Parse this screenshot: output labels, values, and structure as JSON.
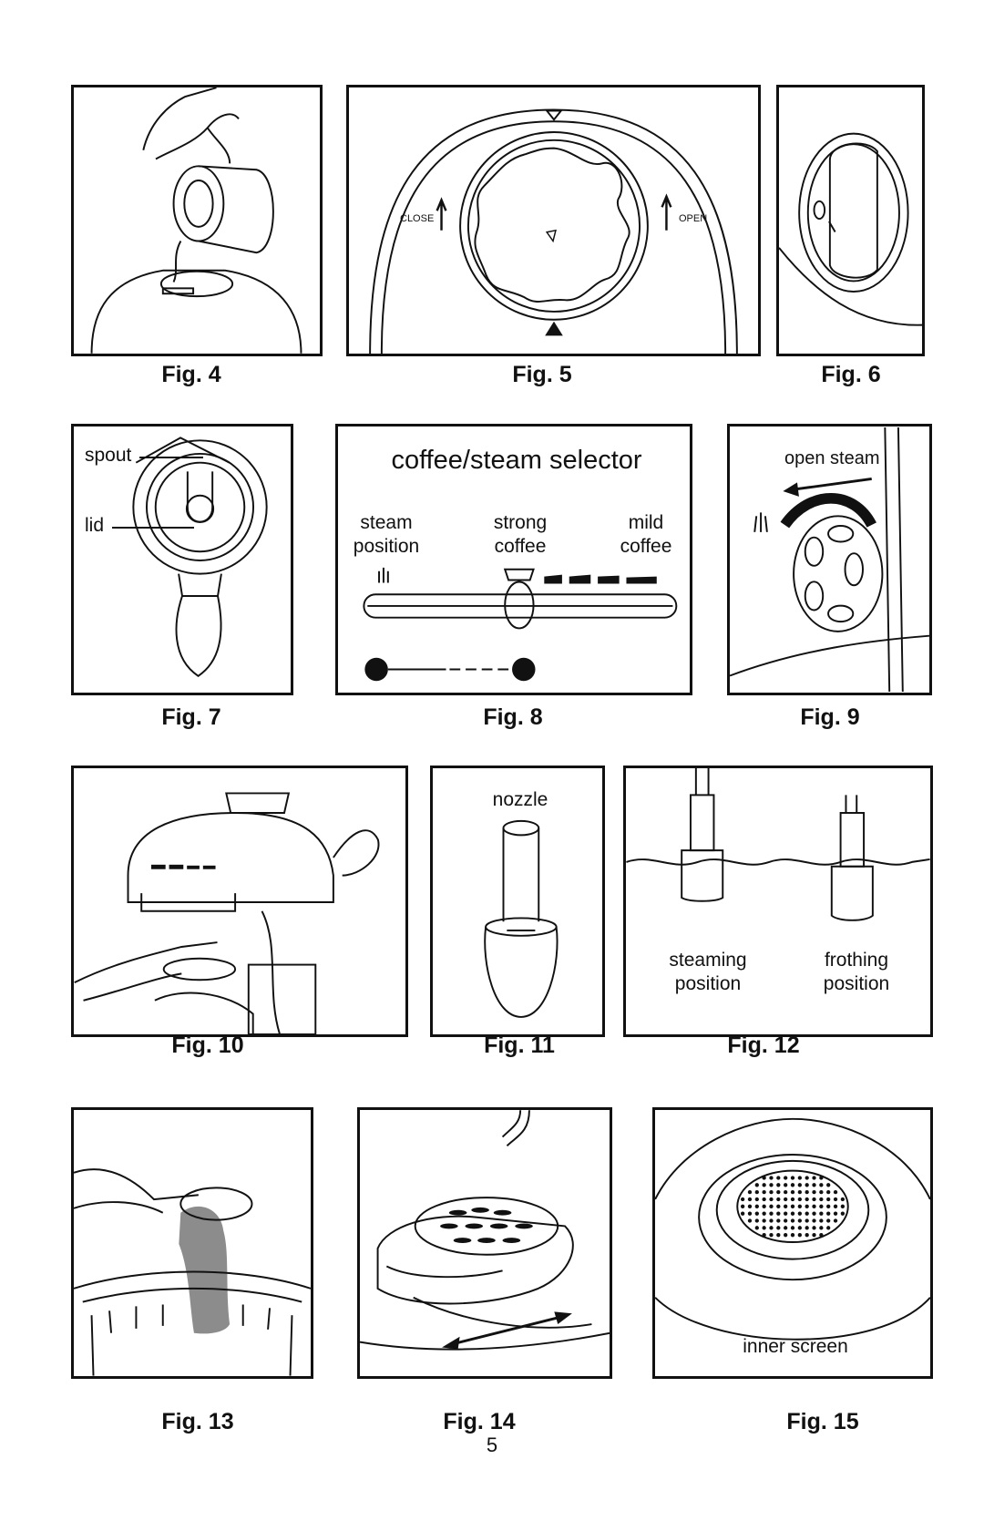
{
  "figures": {
    "fig4": {
      "caption": "Fig. 4"
    },
    "fig5": {
      "caption": "Fig. 5",
      "close": "CLOSE",
      "open": "OPEN"
    },
    "fig6": {
      "caption": "Fig. 6"
    },
    "fig7": {
      "caption": "Fig. 7",
      "spout": "spout",
      "lid": "lid"
    },
    "fig8": {
      "caption": "Fig. 8",
      "title": "coffee/steam selector",
      "steam_1": "steam",
      "steam_2": "position",
      "strong_1": "strong",
      "strong_2": "coffee",
      "mild_1": "mild",
      "mild_2": "coffee"
    },
    "fig9": {
      "caption": "Fig. 9",
      "label": "open steam"
    },
    "fig10": {
      "caption": "Fig. 10"
    },
    "fig11": {
      "caption": "Fig. 11",
      "label": "nozzle"
    },
    "fig12": {
      "caption": "Fig. 12",
      "steaming_1": "steaming",
      "steaming_2": "position",
      "frothing_1": "frothing",
      "frothing_2": "position"
    },
    "fig13": {
      "caption": "Fig. 13"
    },
    "fig14": {
      "caption": "Fig. 14"
    },
    "fig15": {
      "caption": "Fig. 15",
      "label": "inner screen"
    }
  },
  "page_number": "5"
}
